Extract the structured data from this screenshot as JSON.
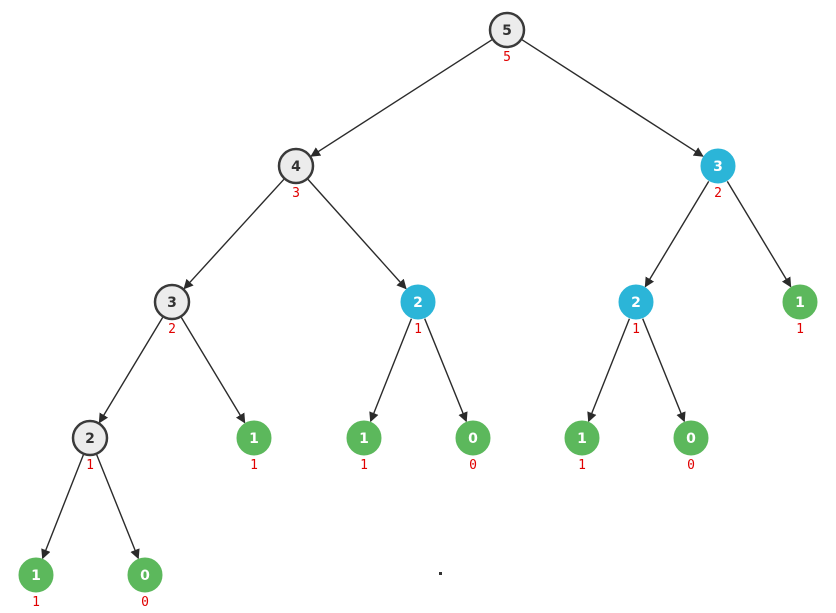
{
  "colors": {
    "gray": "#ececec",
    "blue": "#2bb5d8",
    "green": "#5cb85c",
    "edge": "#2b2b2b",
    "sublabel": "#e00000"
  },
  "tree": {
    "nodes": [
      {
        "id": "n0",
        "value": "5",
        "sub": "5",
        "status": "gray"
      },
      {
        "id": "n1",
        "value": "4",
        "sub": "3",
        "status": "gray"
      },
      {
        "id": "n2",
        "value": "3",
        "sub": "2",
        "status": "blue"
      },
      {
        "id": "n3",
        "value": "3",
        "sub": "2",
        "status": "gray"
      },
      {
        "id": "n4",
        "value": "2",
        "sub": "1",
        "status": "blue"
      },
      {
        "id": "n5",
        "value": "2",
        "sub": "1",
        "status": "blue"
      },
      {
        "id": "n6",
        "value": "1",
        "sub": "1",
        "status": "green"
      },
      {
        "id": "n7",
        "value": "2",
        "sub": "1",
        "status": "gray"
      },
      {
        "id": "n8",
        "value": "1",
        "sub": "1",
        "status": "green"
      },
      {
        "id": "n9",
        "value": "1",
        "sub": "1",
        "status": "green"
      },
      {
        "id": "n10",
        "value": "0",
        "sub": "0",
        "status": "green"
      },
      {
        "id": "n11",
        "value": "1",
        "sub": "1",
        "status": "green"
      },
      {
        "id": "n12",
        "value": "0",
        "sub": "0",
        "status": "green"
      },
      {
        "id": "n13",
        "value": "1",
        "sub": "1",
        "status": "green"
      },
      {
        "id": "n14",
        "value": "0",
        "sub": "0",
        "status": "green"
      }
    ],
    "edges": [
      {
        "from": "n0",
        "to": "n1"
      },
      {
        "from": "n0",
        "to": "n2"
      },
      {
        "from": "n1",
        "to": "n3"
      },
      {
        "from": "n1",
        "to": "n4"
      },
      {
        "from": "n2",
        "to": "n5"
      },
      {
        "from": "n2",
        "to": "n6"
      },
      {
        "from": "n3",
        "to": "n7"
      },
      {
        "from": "n3",
        "to": "n8"
      },
      {
        "from": "n4",
        "to": "n9"
      },
      {
        "from": "n4",
        "to": "n10"
      },
      {
        "from": "n5",
        "to": "n11"
      },
      {
        "from": "n5",
        "to": "n12"
      },
      {
        "from": "n7",
        "to": "n13"
      },
      {
        "from": "n7",
        "to": "n14"
      }
    ]
  }
}
